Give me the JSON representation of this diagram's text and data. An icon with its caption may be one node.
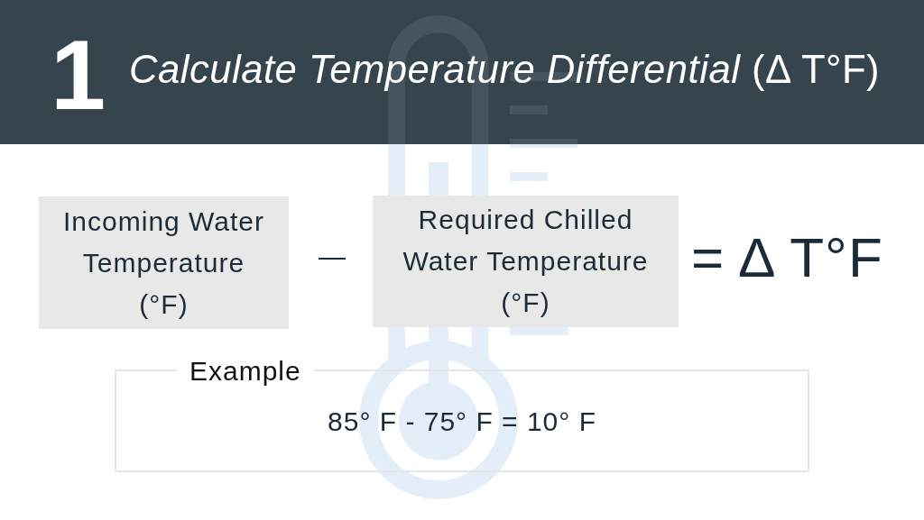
{
  "diagram": {
    "title": "*Calculate Temperature Differential* (Δ T°F)",
    "nodes": [
      {
        "text": [
          "Incoming Water Temperature (°F)"
        ]
      },
      {
        "text": [
          "Required Chilled Water Temperature (°F)"
        ]
      },
      {
        "text": [
          "Example",
          "85° F - 75° F = 10° F"
        ]
      }
    ],
    "labels": [
      "1",
      "—",
      "= Δ T°F"
    ]
  }
}
